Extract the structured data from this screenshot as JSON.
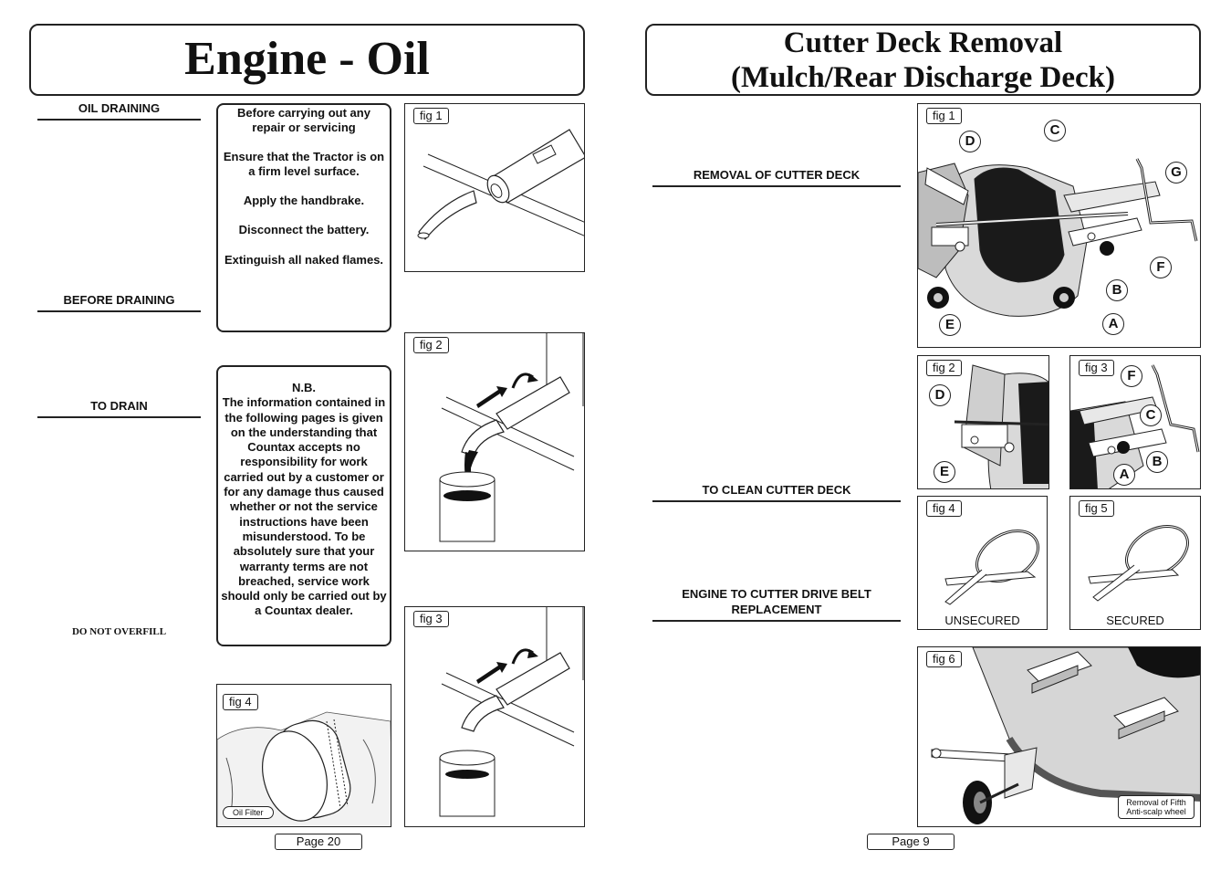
{
  "left_page": {
    "title": "Engine - Oil",
    "sections": {
      "oil_draining": "OIL DRAINING",
      "before_draining": "BEFORE DRAINING",
      "to_drain": "TO DRAIN",
      "do_not_overfill": "DO NOT OVERFILL"
    },
    "safety_box": {
      "line1": "Before carrying out any repair or servicing",
      "line2": "Ensure that the Tractor is on a firm level surface.",
      "line3": "Apply the handbrake.",
      "line4": "Disconnect the battery.",
      "line5": "Extinguish all naked flames."
    },
    "nb_box": {
      "heading": "N.B.",
      "text": "The information contained in the following pages is given on the understanding that Countax accepts no responsibility for work carried out by a customer or for any damage thus caused whether or not the service instructions have been misunderstood. To be absolutely sure that your warranty terms are not breached, service work should only be carried out by a Countax dealer."
    },
    "figures": {
      "fig1": "fig 1",
      "fig2": "fig 2",
      "fig3": "fig 3",
      "fig4": "fig 4",
      "fig4_caption": "Oil Filter"
    },
    "page_number": "Page 20"
  },
  "right_page": {
    "title_line1": "Cutter Deck Removal",
    "title_line2": "(Mulch/Rear Discharge Deck)",
    "sections": {
      "removal": "REMOVAL OF CUTTER DECK",
      "clean": "TO CLEAN CUTTER DECK",
      "belt": "ENGINE TO CUTTER DRIVE BELT REPLACEMENT"
    },
    "figures": {
      "fig1": "fig 1",
      "fig1_labels": [
        "D",
        "C",
        "G",
        "F",
        "B",
        "A",
        "E"
      ],
      "fig2": "fig 2",
      "fig2_labels": [
        "D",
        "E"
      ],
      "fig3": "fig 3",
      "fig3_labels": [
        "F",
        "C",
        "B",
        "A"
      ],
      "fig4": "fig 4",
      "fig4_caption": "UNSECURED",
      "fig5": "fig 5",
      "fig5_caption": "SECURED",
      "fig6": "fig 6",
      "fig6_caption": "Removal of Fifth Anti-scalp wheel"
    },
    "page_number": "Page 9"
  },
  "colors": {
    "ink": "#111111",
    "border": "#222222",
    "paper": "#ffffff",
    "deck": "#d9d9d9",
    "dark": "#1a1a1a"
  }
}
